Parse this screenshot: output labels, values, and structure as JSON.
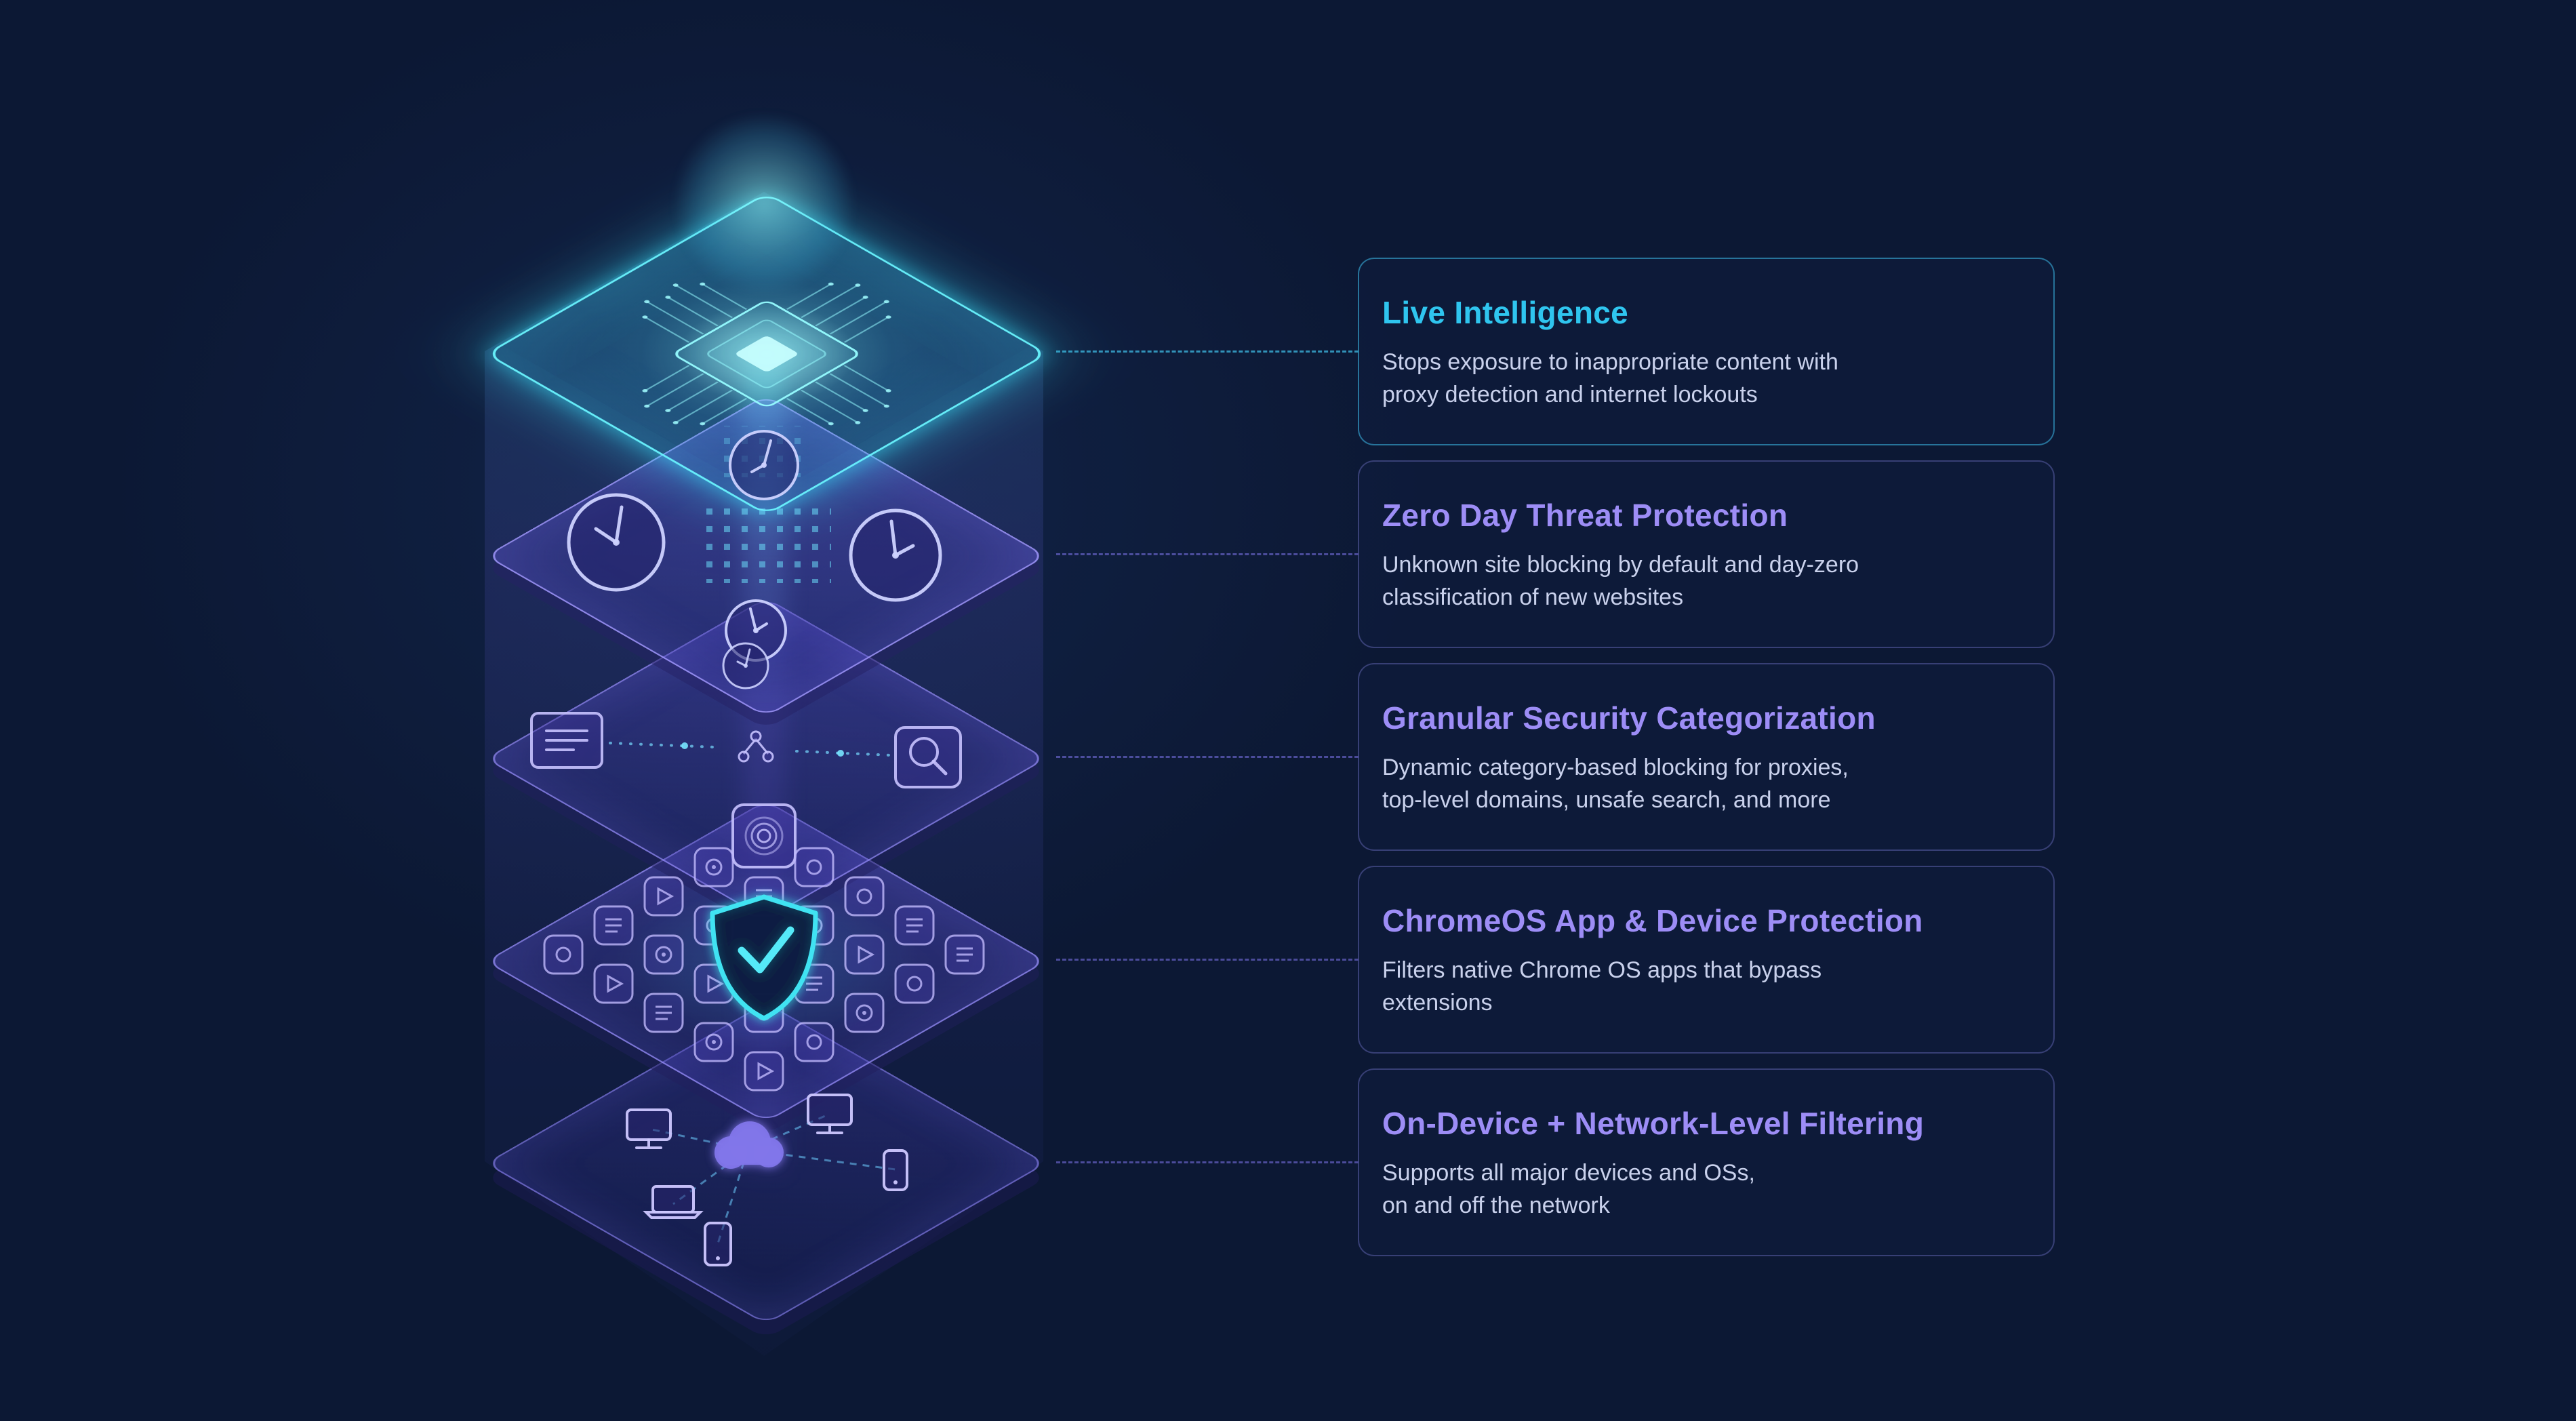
{
  "page": {
    "background": "#0c1834",
    "accent_cyan": "#3ac8ef",
    "accent_purple": "#9d8df6"
  },
  "stack": {
    "layers": [
      {
        "name": "circuit-chip-layer"
      },
      {
        "name": "time-clocks-layer"
      },
      {
        "name": "content-icons-layer"
      },
      {
        "name": "apps-shield-layer"
      },
      {
        "name": "devices-network-layer"
      }
    ]
  },
  "cards": [
    {
      "title": "Live Intelligence",
      "accent": "#2fc5ef",
      "description": "Stops exposure to inappropriate content with\nproxy detection and internet lockouts"
    },
    {
      "title": "Zero Day Threat Protection",
      "accent": "#9d8df6",
      "description": "Unknown site blocking by default and day-zero\nclassification of new websites"
    },
    {
      "title": "Granular Security Categorization",
      "accent": "#9d8df6",
      "description": "Dynamic category-based blocking for proxies,\ntop-level domains, unsafe search, and more"
    },
    {
      "title": "ChromeOS App & Device Protection",
      "accent": "#9d8df6",
      "description": "Filters native Chrome OS apps that bypass\nextensions"
    },
    {
      "title": "On-Device + Network-Level Filtering",
      "accent": "#9d8df6",
      "description": "Supports all major devices and OSs,\non and off the network"
    }
  ]
}
